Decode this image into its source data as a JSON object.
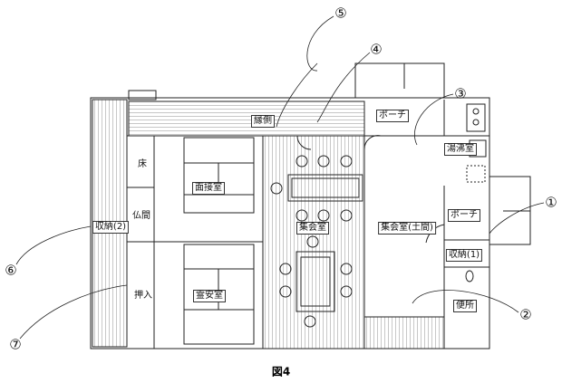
{
  "rooms": {
    "engawa": "縁側",
    "porch_top": "ポーチ",
    "kitchenette": "湯沸室",
    "tokonoma": "床",
    "interview_room": "面接室",
    "butsuma": "仏間",
    "storage2": "収納(2)",
    "meeting_room": "集会室",
    "meeting_room_doma": "集会室(土間)",
    "porch_side": "ポーチ",
    "storage1": "収納(1)",
    "oshiire": "押入",
    "mortuary": "霊安室",
    "toilet": "便所"
  },
  "markers": {
    "m1": "①",
    "m2": "②",
    "m3": "③",
    "m4": "④",
    "m5": "⑤",
    "m6": "⑥",
    "m7": "⑦"
  },
  "caption": "図4"
}
